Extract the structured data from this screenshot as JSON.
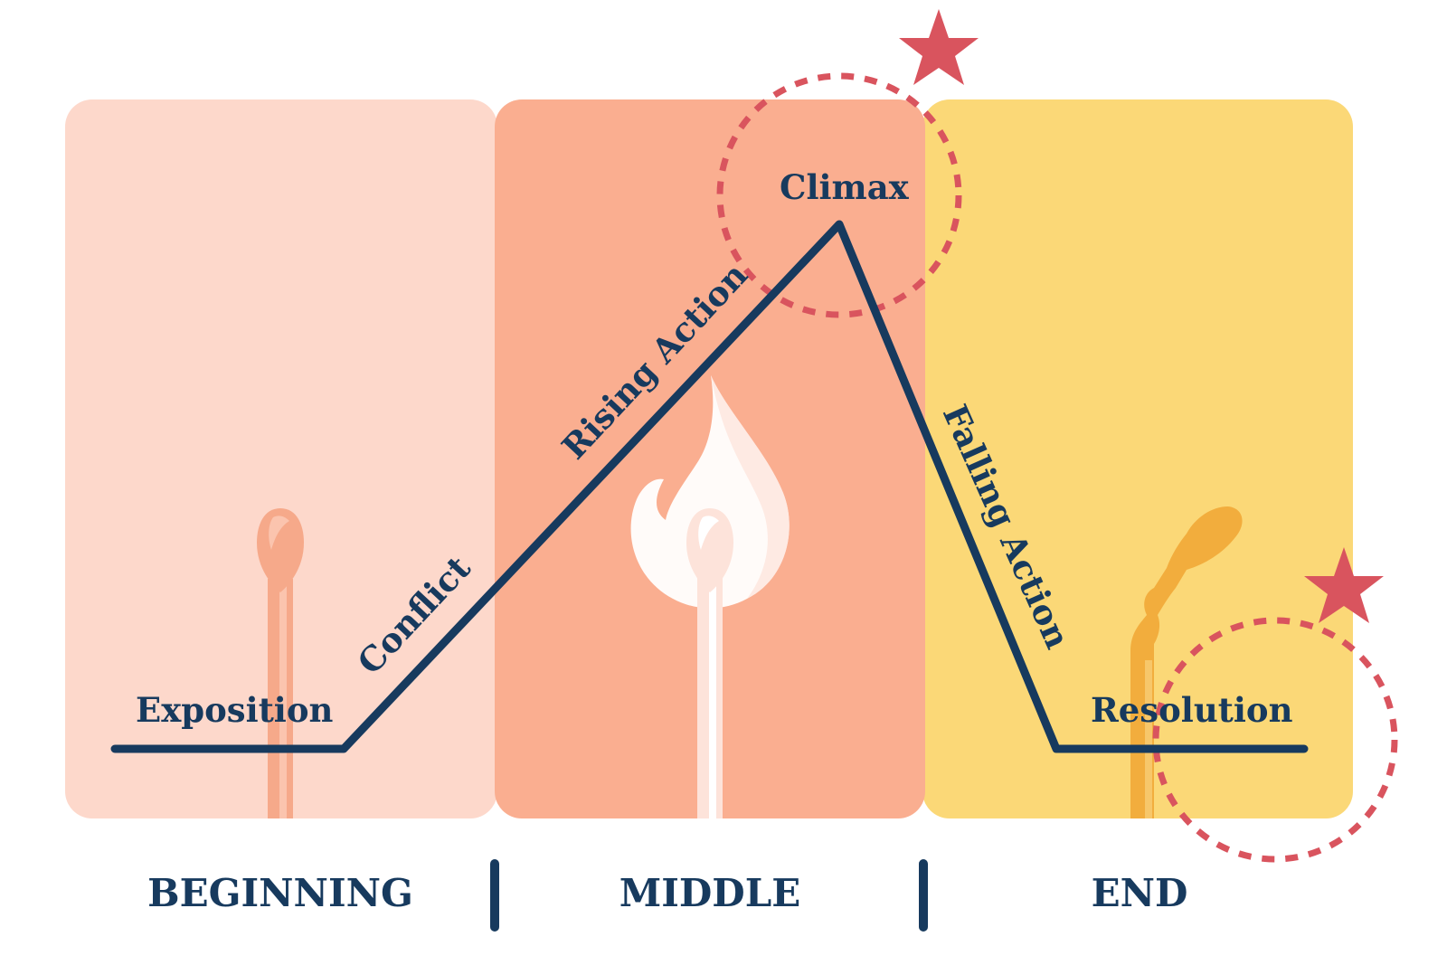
{
  "colors": {
    "navy": "#173a5e",
    "beginning_panel": "#fdd8cb",
    "middle_panel": "#faae90",
    "end_panel": "#fbd877",
    "accent_red": "#d9545e",
    "match_stick_beginning": "#f6a98a",
    "match_stick_middle": "#fde3da",
    "match_stick_end": "#f2ad3d"
  },
  "sections": {
    "beginning": "BEGINNING",
    "middle": "MIDDLE",
    "end": "END"
  },
  "stages": {
    "exposition": "Exposition",
    "conflict": "Conflict",
    "rising_action": "Rising Action",
    "climax": "Climax",
    "falling_action": "Falling Action",
    "resolution": "Resolution"
  },
  "icons": [
    "unlit-match-icon",
    "burning-match-icon",
    "burnt-match-icon",
    "star-icon",
    "dashed-circle-icon"
  ]
}
